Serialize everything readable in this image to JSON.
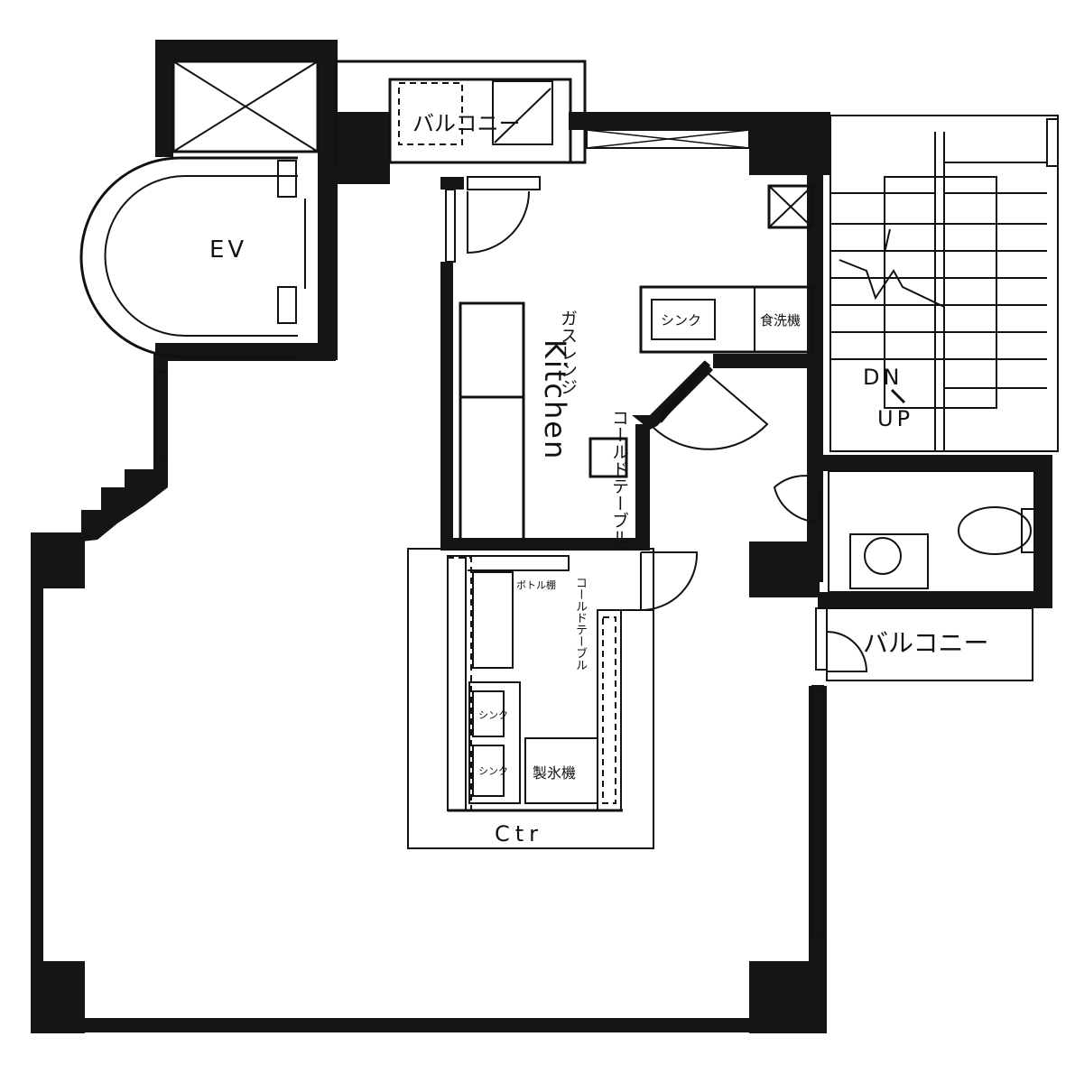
{
  "labels": {
    "ev": "EV",
    "balcony_top": "バルコニー",
    "balcony_right": "バルコニー",
    "kitchen": "Kitchen",
    "gas_range": "ガスレンジ",
    "cold_table_kitchen": "コールドテーブル",
    "sink_kitchen": "シンク",
    "dishwasher": "食洗機",
    "bottle_shelf": "ボトル棚",
    "cold_table_counter": "コールドテーブル",
    "sink_counter_1": "シンク",
    "sink_counter_2": "シンク",
    "ice_maker": "製氷機",
    "counter": "Ctr",
    "stairs_dn": "DN",
    "stairs_up": "UP"
  },
  "colors": {
    "wall": "#151515",
    "paper": "#ffffff"
  }
}
